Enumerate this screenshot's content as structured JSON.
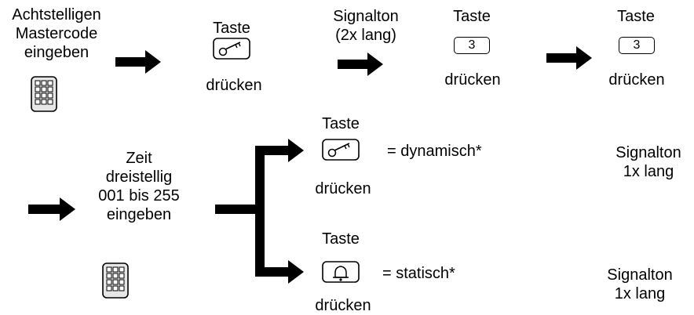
{
  "step1": {
    "line1": "Achtstelligen",
    "line2": "Mastercode",
    "line3": "eingeben",
    "icon": "keypad-icon"
  },
  "step2": {
    "label_top": "Taste",
    "icon": "key-icon",
    "label_bottom": "drücken"
  },
  "step3": {
    "line1": "Signalton",
    "line2": "(2x lang)"
  },
  "step4": {
    "label_top": "Taste",
    "key_value": "3",
    "label_bottom": "drücken"
  },
  "step5": {
    "label_top": "Taste",
    "key_value": "3",
    "label_bottom": "drücken"
  },
  "step6": {
    "line1": "Zeit",
    "line2": "dreistellig",
    "line3": "001 bis 255",
    "line4": "eingeben",
    "icon": "keypad-icon"
  },
  "branch_dynamic": {
    "label_top": "Taste",
    "icon": "key-icon",
    "label_bottom": "drücken",
    "result": "= dynamisch*",
    "signal_line1": "Signalton",
    "signal_line2": "1x lang"
  },
  "branch_static": {
    "label_top": "Taste",
    "icon": "bell-icon",
    "label_bottom": "drücken",
    "result": "= statisch*",
    "signal_line1": "Signalton",
    "signal_line2": "1x lang"
  },
  "colors": {
    "line": "#000000",
    "keypad_fill": "#e6e6e6"
  }
}
